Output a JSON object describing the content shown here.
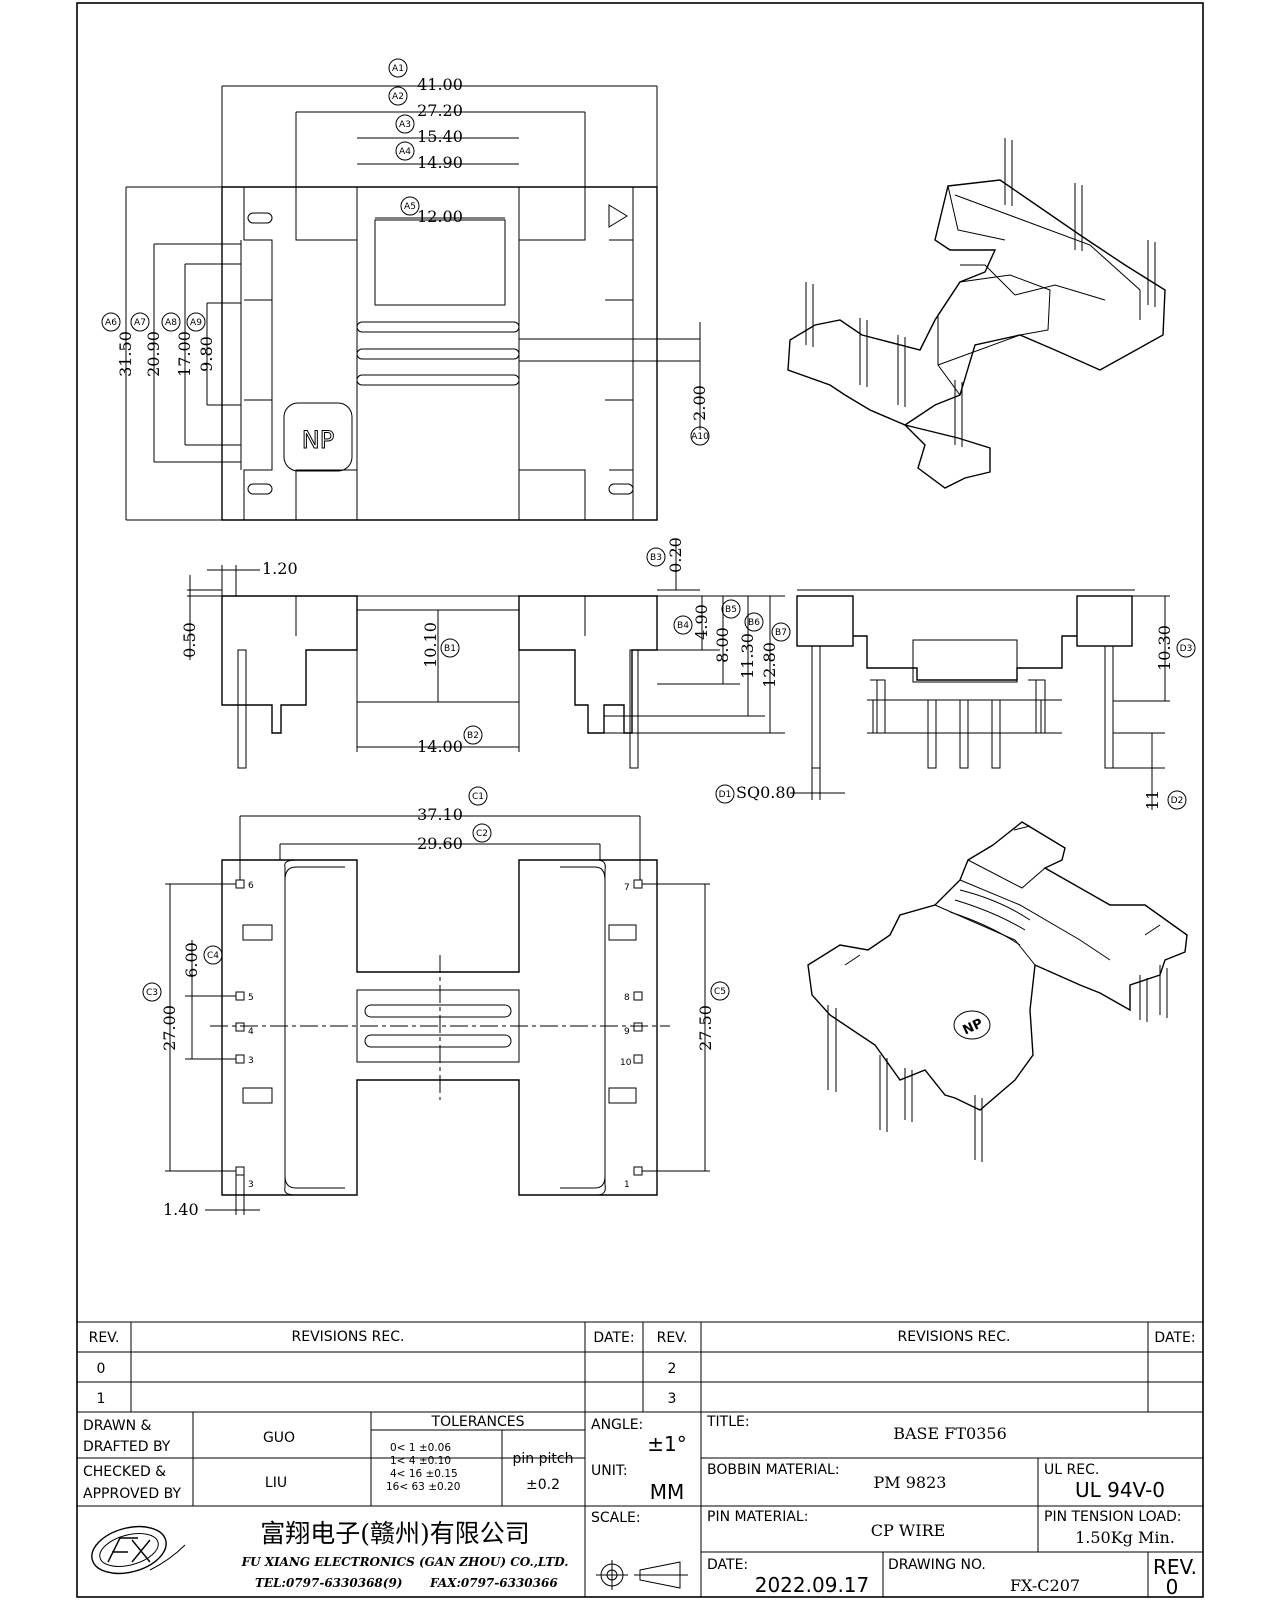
{
  "drawing": {
    "top_view": {
      "dims": {
        "A1": "41.00",
        "A2": "27.20",
        "A3": "15.40",
        "A4": "14.90",
        "A5": "12.00",
        "A6": "31.50",
        "A7": "20.90",
        "A8": "17.00",
        "A9": "9.80",
        "A10": "2.00"
      },
      "logo_text": "NP"
    },
    "front_view": {
      "dims": {
        "d120": "1.20",
        "d050": "0.50",
        "B1": "10.10",
        "B2": "14.00",
        "B3": "0.20",
        "B4": "4.90",
        "B5": "8.00",
        "B6": "11.30",
        "B7": "12.80"
      }
    },
    "side_view": {
      "dims": {
        "D1": "SQ0.80",
        "D2": "11",
        "D3": "10.30"
      }
    },
    "bottom_view": {
      "dims": {
        "C1": "37.10",
        "C2": "29.60",
        "C3": "27.00",
        "C4": "6.00",
        "C5": "27.50",
        "d140": "1.40"
      },
      "pin_numbers": {
        "p6": "6",
        "p7": "7",
        "p5": "5",
        "p8": "8",
        "p4": "4",
        "p9": "9",
        "p3b": "3",
        "p10": "10",
        "p3": "3",
        "p1": "1"
      }
    },
    "iso_label": "NP"
  },
  "revisions": {
    "headers": {
      "rev": "REV.",
      "rec": "REVISIONS   REC.",
      "date": "DATE:"
    },
    "left_revs": [
      "0",
      "1"
    ],
    "right_revs": [
      "2",
      "3"
    ]
  },
  "title_block": {
    "drawn_label": "DRAWN &",
    "drafted_label": "DRAFTED BY",
    "drawn_value": "GUO",
    "checked_label": "CHECKED &",
    "approved_label": "APPROVED BY",
    "checked_value": "LIU",
    "tolerances_label": "TOLERANCES",
    "tolerance_rows": [
      "0<  1   ±0.06",
      "1<  4   ±0.10",
      "4<  16  ±0.15",
      "16<  63  ±0.20"
    ],
    "pin_pitch_label": "pin pitch",
    "pin_pitch_value": "±0.2",
    "angle_label": "ANGLE:",
    "angle_value": "±1°",
    "unit_label": "UNIT:",
    "unit_value": "MM",
    "scale_label": "SCALE:",
    "title_label": "TITLE:",
    "title_value": "BASE FT0356",
    "bobbin_label": "BOBBIN MATERIAL:",
    "bobbin_value": "PM 9823",
    "ul_label": "UL REC.",
    "ul_value": "UL 94V-0",
    "pin_material_label": "PIN MATERIAL:",
    "pin_material_value": "CP WIRE",
    "pin_tension_label": "PIN TENSION LOAD:",
    "pin_tension_value": "1.50Kg Min.",
    "date_label": "DATE:",
    "date_value": "2022.09.17",
    "drawing_no_label": "DRAWING NO.",
    "drawing_no_value": "FX-C207",
    "rev_label": "REV.",
    "rev_value": "0",
    "company_cn": "富翔电子(赣州)有限公司",
    "company_en": "FU XIANG ELECTRONICS (GAN ZHOU) CO.,LTD.",
    "tel": "TEL:0797-6330368(9)",
    "fax": "FAX:0797-6330366"
  }
}
